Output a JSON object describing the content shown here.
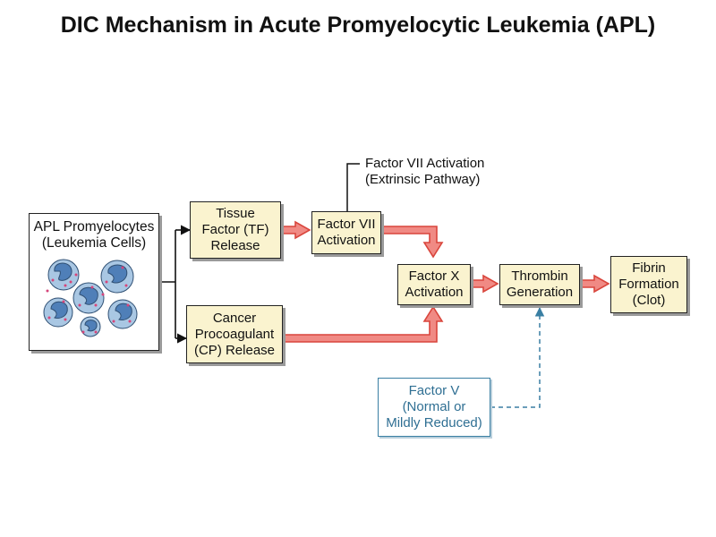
{
  "title": "DIC Mechanism in Acute Promyelocytic Leukemia (APL)",
  "nodes": {
    "apl_cells": {
      "line1": "APL Promyelocytes",
      "line2": "(Leukemia Cells)"
    },
    "tissue_factor": {
      "line1": "Tissue",
      "line2": "Factor (TF)",
      "line3": "Release"
    },
    "cancer_procoagulant": {
      "line1": "Cancer",
      "line2": "Procoagulant",
      "line3": "(CP) Release"
    },
    "factor_vii": {
      "line1": "Factor VII",
      "line2": "Activation"
    },
    "factor_x": {
      "line1": "Factor X",
      "line2": "Activation"
    },
    "thrombin": {
      "line1": "Thrombin",
      "line2": "Generation"
    },
    "fibrin": {
      "line1": "Fibrin",
      "line2": "Formation",
      "line3": "(Clot)"
    },
    "factor_v": {
      "line1": "Factor V",
      "line2": "(Normal or",
      "line3": "Mildly Reduced)"
    }
  },
  "annotation": {
    "line1": "Factor VII Activation",
    "line2": "(Extrinsic Pathway)"
  },
  "colors": {
    "box_fill": "#faf3cf",
    "arrow_fill": "#f08a84",
    "arrow_stroke": "#d9453c",
    "factor_v": "#3a7fa3",
    "cell_body": "#a9c7e3",
    "nucleus": "#4f7fb8"
  }
}
